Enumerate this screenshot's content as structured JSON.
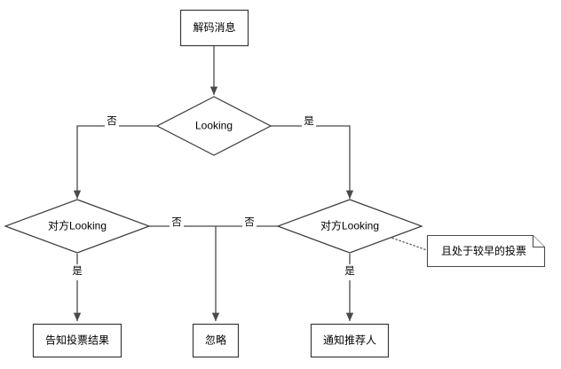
{
  "diagram": {
    "type": "flowchart",
    "title": "",
    "nodes": {
      "start": {
        "label": "解码消息",
        "shape": "rectangle"
      },
      "decision_looking": {
        "label": "Looking",
        "shape": "diamond"
      },
      "decision_peer_left": {
        "label": "对方Looking",
        "shape": "diamond"
      },
      "decision_peer_right": {
        "label": "对方Looking",
        "shape": "diamond"
      },
      "action_inform": {
        "label": "告知投票结果",
        "shape": "rectangle"
      },
      "action_ignore": {
        "label": "忽略",
        "shape": "rectangle"
      },
      "action_notify": {
        "label": "通知推荐人",
        "shape": "rectangle"
      },
      "note_earlier_vote": {
        "label": "且处于较早的投票",
        "shape": "note"
      }
    },
    "edges": [
      {
        "from": "start",
        "to": "decision_looking",
        "label": ""
      },
      {
        "from": "decision_looking",
        "to": "decision_peer_left",
        "label": "否"
      },
      {
        "from": "decision_looking",
        "to": "decision_peer_right",
        "label": "是"
      },
      {
        "from": "decision_peer_left",
        "to": "action_inform",
        "label": "是"
      },
      {
        "from": "decision_peer_left",
        "to": "action_ignore",
        "label": "否"
      },
      {
        "from": "decision_peer_right",
        "to": "action_ignore",
        "label": "否"
      },
      {
        "from": "decision_peer_right",
        "to": "action_notify",
        "label": "是"
      },
      {
        "from": "decision_peer_right",
        "to": "note_earlier_vote",
        "label": "",
        "style": "dotted"
      }
    ],
    "labels": {
      "no": "否",
      "yes": "是"
    },
    "colors": {
      "background": "#ffffff",
      "stroke": "#4a4a4a",
      "node_stroke": "#3a3a3a",
      "text": "#000000",
      "fill": "#ffffff"
    }
  }
}
